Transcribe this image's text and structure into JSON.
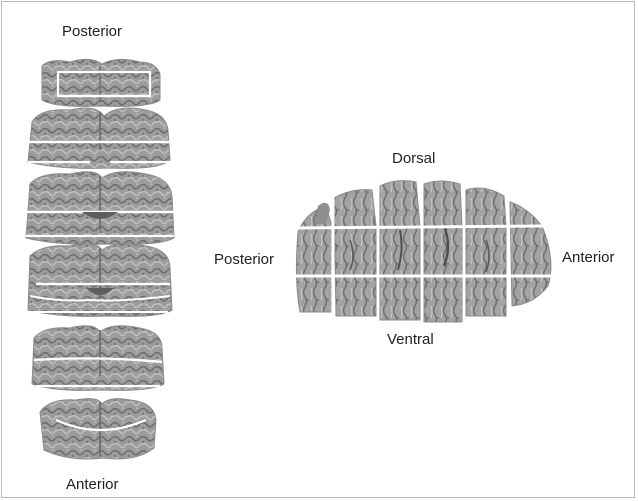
{
  "left_view": {
    "top_label": "Posterior",
    "bottom_label": "Anterior"
  },
  "right_view": {
    "top_label": "Dorsal",
    "bottom_label": "Ventral",
    "left_label": "Posterior",
    "right_label": "Anterior"
  },
  "colors": {
    "tissue": "#9a9a9a",
    "tissue_dark": "#6a6a6a",
    "tissue_light": "#c9c9c9",
    "cut_line": "#ffffff",
    "frame": "#b9b9b9",
    "text": "#222222"
  }
}
